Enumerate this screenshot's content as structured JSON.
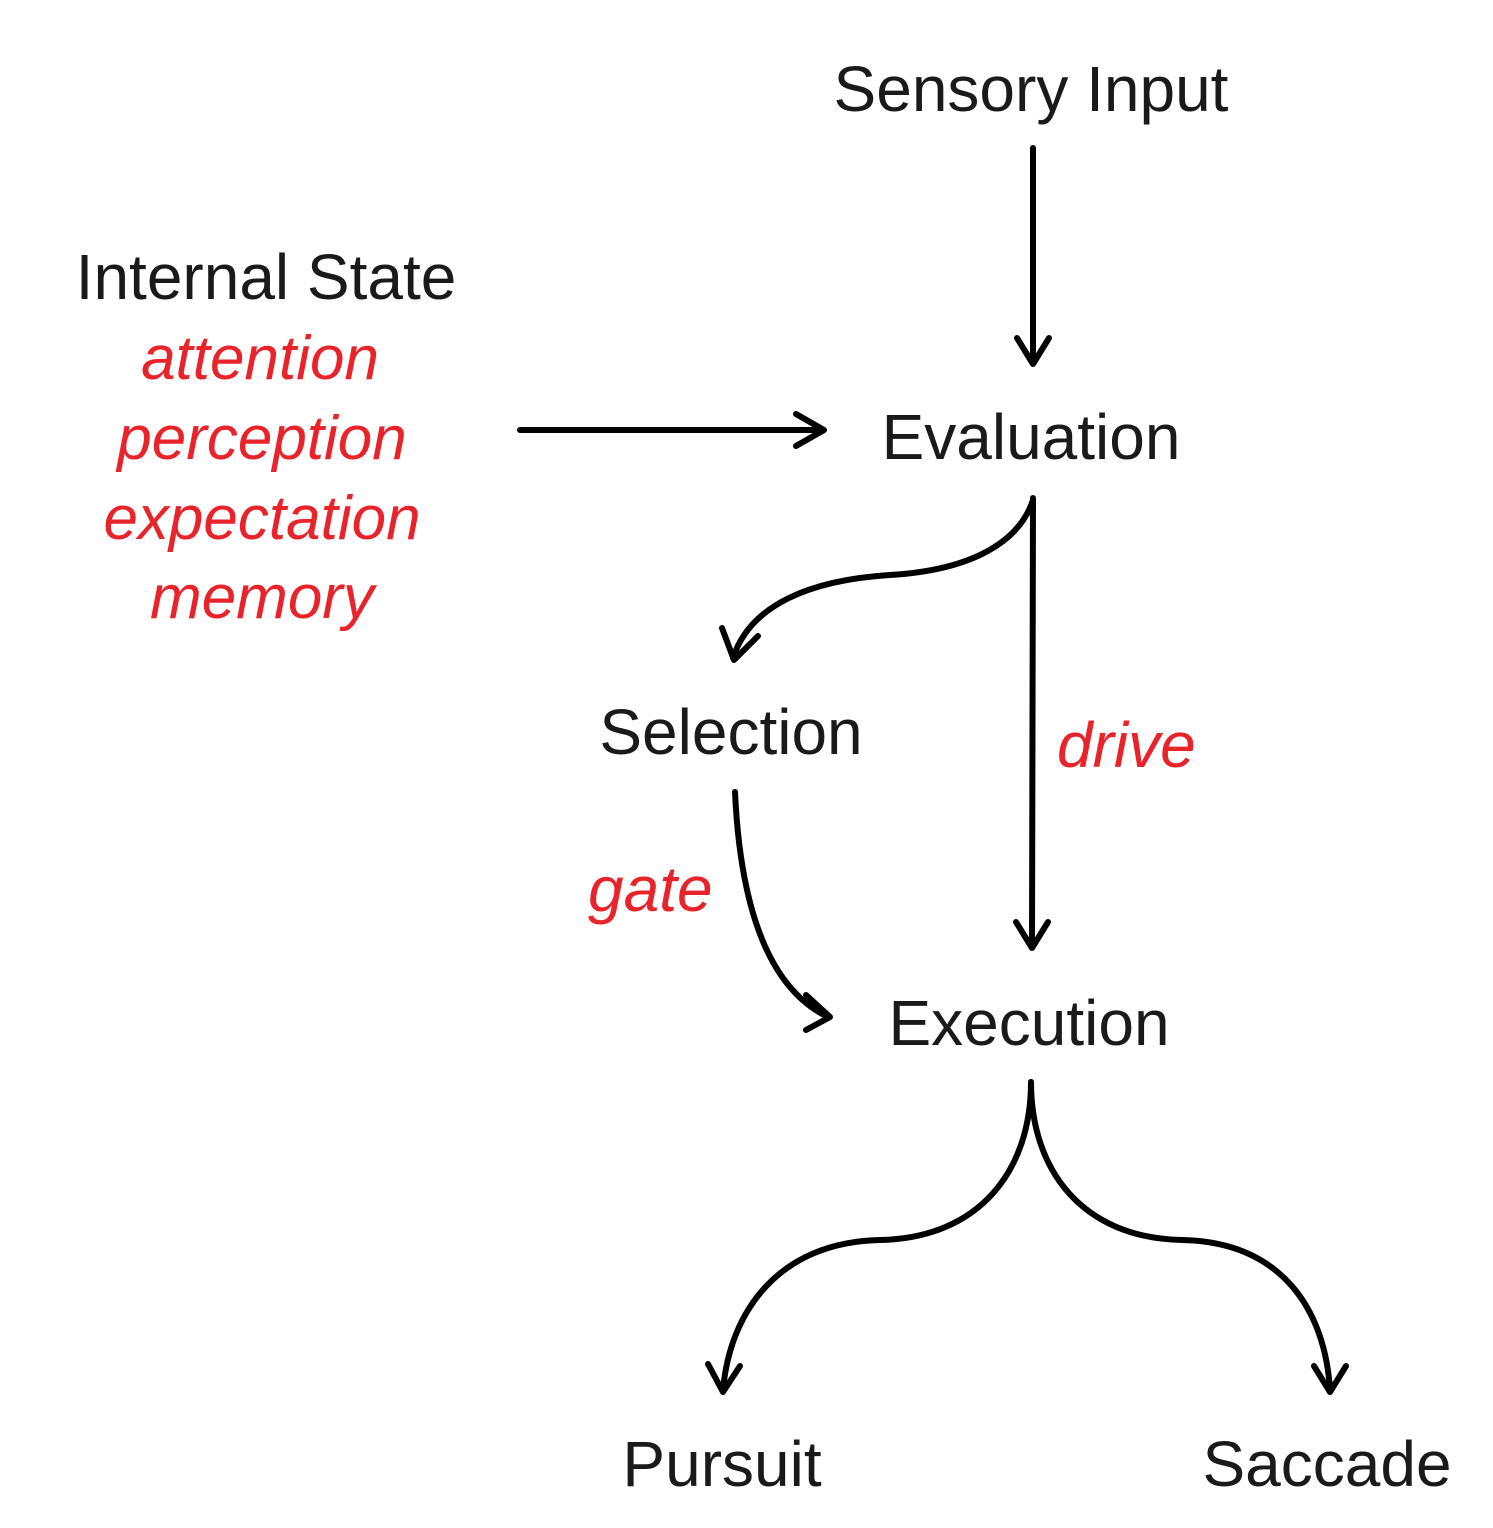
{
  "colors": {
    "text": "#1a1a1a",
    "accent": "#e8232a",
    "arrow": "#000000"
  },
  "nodes": {
    "sensory_input": "Sensory Input",
    "internal_state": "Internal State",
    "evaluation": "Evaluation",
    "selection": "Selection",
    "execution": "Execution",
    "pursuit": "Pursuit",
    "saccade": "Saccade"
  },
  "internal_state_factors": [
    "attention",
    "perception",
    "expectation",
    "memory"
  ],
  "edge_labels": {
    "drive": "drive",
    "gate": "gate"
  }
}
